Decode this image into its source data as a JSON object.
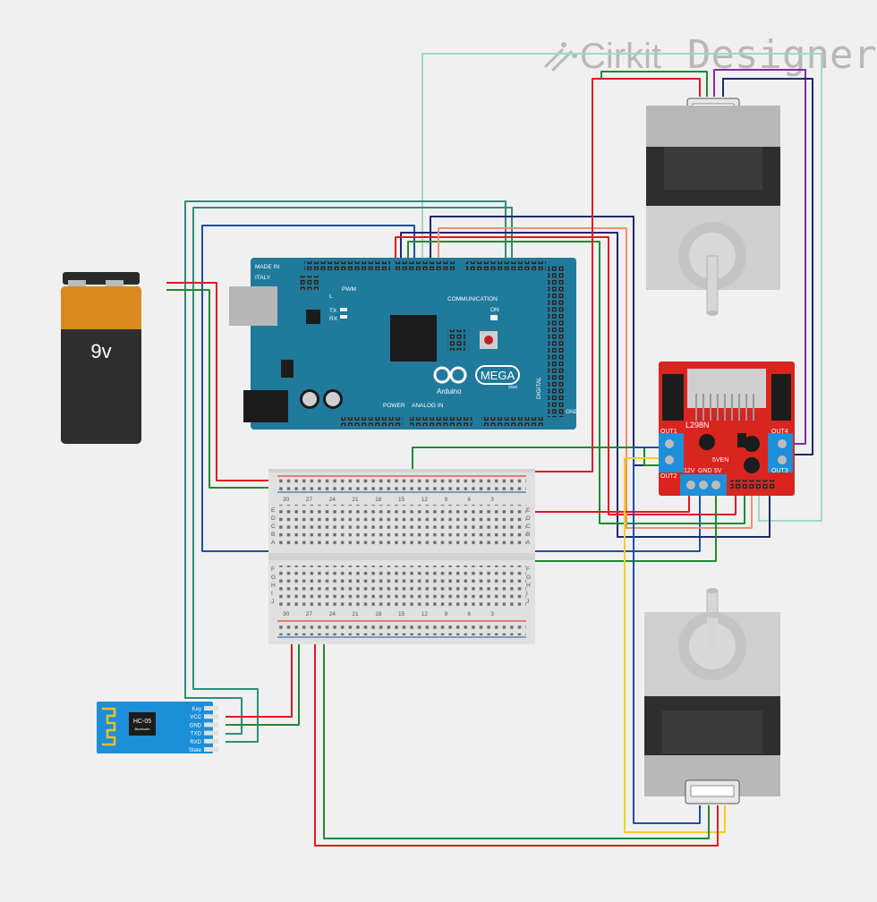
{
  "brand": {
    "name_part1": "Cirkit",
    "name_part2": "Designer"
  },
  "battery": {
    "label": "9v"
  },
  "arduino": {
    "made_in": "MADE IN",
    "country": "ITALY",
    "pwm": "PWM",
    "communication": "COMMUNICATION",
    "tx": "TX",
    "rx": "RX",
    "l": "L",
    "on": "ON",
    "brand": "Arduino",
    "model": "MEGA",
    "year": "2560",
    "power": "POWER",
    "analog_in": "ANALOG IN",
    "digital": "DIGITAL",
    "gnd": "GND"
  },
  "driver": {
    "chip": "L298N",
    "out1": "OUT1",
    "out2": "OUT2",
    "out3": "OUT3",
    "out4": "OUT4",
    "v12": "12V",
    "gnd": "GND",
    "v5": "5V",
    "sven": "5VEN"
  },
  "bluetooth": {
    "model": "HC-05",
    "sub": "Bluetooth",
    "pins": [
      "Key",
      "VCC",
      "GND",
      "TXD",
      "RXD",
      "State"
    ]
  },
  "breadboard": {
    "row_letters_top": [
      "A",
      "B",
      "C",
      "D",
      "E"
    ],
    "row_letters_bottom": [
      "F",
      "G",
      "H",
      "I",
      "J"
    ],
    "col_numbers": [
      "30",
      "27",
      "24",
      "21",
      "18",
      "15",
      "12",
      "9",
      "6",
      "3"
    ]
  },
  "colors": {
    "background": "#f0f0f0",
    "arduino_board": "#1f7a9c",
    "driver_board": "#d8251f",
    "bluetooth_board": "#1c8fd8",
    "battery_cap": "#d98a1f",
    "wire_red": "#e0191f",
    "wire_green": "#1f8a2f",
    "wire_teal": "#2e8c7c",
    "wire_blue": "#1f4ea8",
    "wire_navy": "#1c2a6e",
    "wire_yellow": "#f0d020",
    "wire_purple": "#8a2a9e",
    "wire_salmon": "#f09070",
    "wire_mint": "#9fd8c8"
  }
}
